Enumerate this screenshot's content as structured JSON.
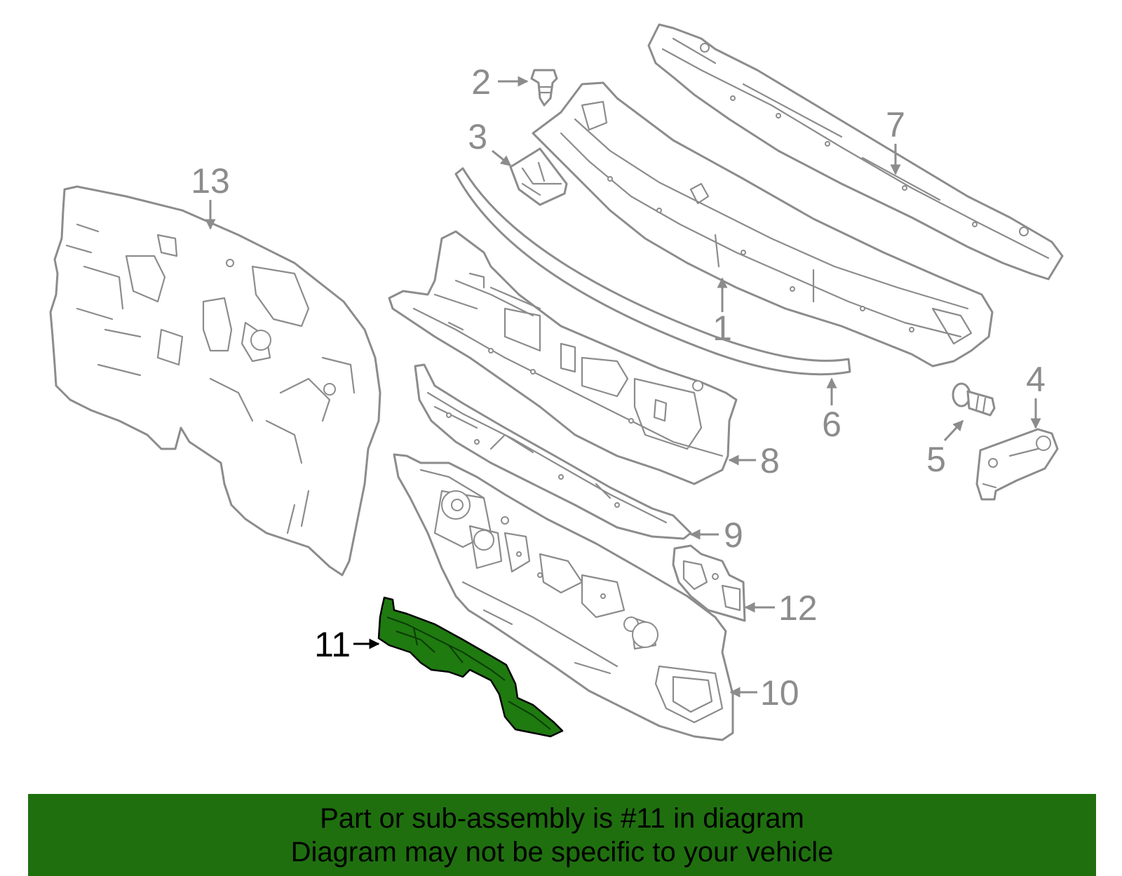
{
  "diagram": {
    "callouts": {
      "c1": "1",
      "c2": "2",
      "c3": "3",
      "c4": "4",
      "c5": "5",
      "c6": "6",
      "c7": "7",
      "c8": "8",
      "c9": "9",
      "c10": "10",
      "c11": "11",
      "c12": "12",
      "c13": "13"
    },
    "highlighted_callout": "11",
    "colors": {
      "part_stroke": "#8c8c8c",
      "highlight_fill": "#1f7a10",
      "banner": "#1f6f0f"
    }
  },
  "banner": {
    "line1": "Part or sub-assembly is #11 in diagram",
    "line2": "Diagram may not be specific to your vehicle"
  }
}
